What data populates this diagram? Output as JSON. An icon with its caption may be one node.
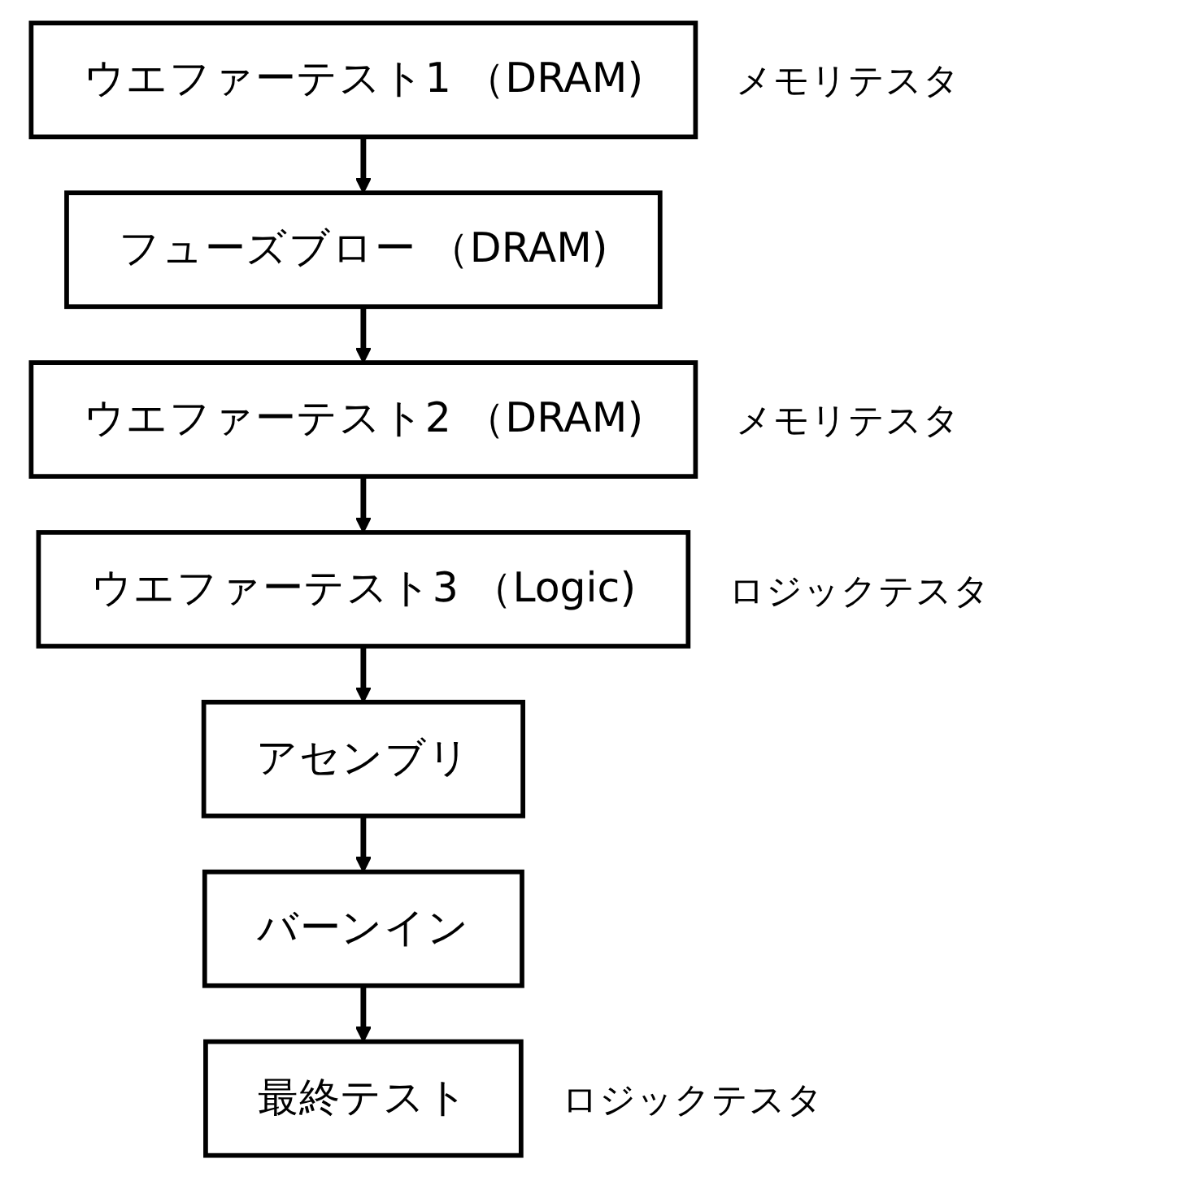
{
  "diagram": {
    "nodes": [
      {
        "text": [
          "ウエファーテスト1 （DRAM)"
        ],
        "beside": [
          "メモリテスタ"
        ]
      },
      {
        "text": [
          "フューズブロー （DRAM)"
        ]
      },
      {
        "text": [
          "ウエファーテスト2 （DRAM)"
        ],
        "beside": [
          "メモリテスタ"
        ]
      },
      {
        "text": [
          "ウエファーテスト3 （Logic)"
        ],
        "beside": [
          "ロジックテスタ"
        ]
      },
      {
        "text": [
          "アセンブリ"
        ]
      },
      {
        "text": [
          "バーンイン"
        ]
      },
      {
        "text": [
          "最終テスト"
        ],
        "beside": [
          "ロジックテスタ"
        ]
      }
    ],
    "edges": [
      {
        "from": 0,
        "to": 1,
        "arrow": "to"
      },
      {
        "from": 1,
        "to": 2,
        "arrow": "to"
      },
      {
        "from": 2,
        "to": 3,
        "arrow": "to"
      },
      {
        "from": 3,
        "to": 4,
        "arrow": "to"
      },
      {
        "from": 4,
        "to": 5,
        "arrow": "to"
      },
      {
        "from": 5,
        "to": 6,
        "arrow": "to"
      }
    ]
  }
}
